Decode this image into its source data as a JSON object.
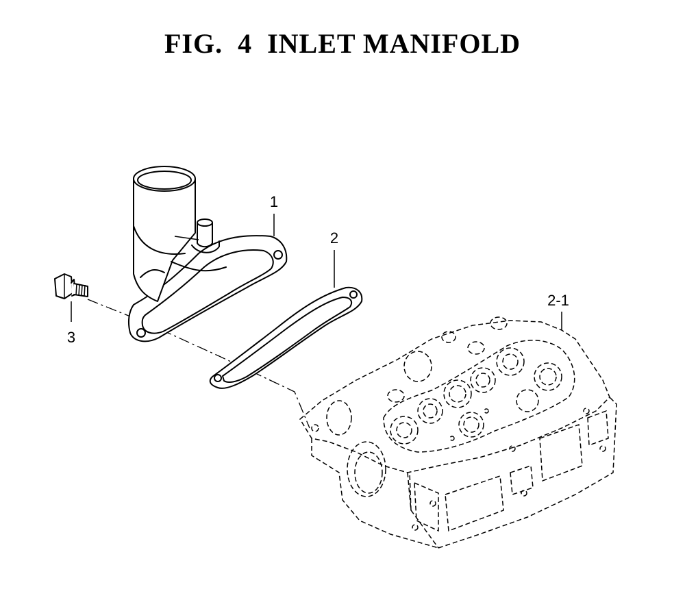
{
  "figure": {
    "title": "FIG.  4  INLET MANIFOLD"
  },
  "parts": [
    {
      "callout": "1",
      "icon": "inlet-manifold-icon"
    },
    {
      "callout": "2",
      "icon": "gasket-icon"
    },
    {
      "callout": "2-1",
      "icon": "cylinder-head-icon"
    },
    {
      "callout": "3",
      "icon": "bolt-icon"
    }
  ]
}
